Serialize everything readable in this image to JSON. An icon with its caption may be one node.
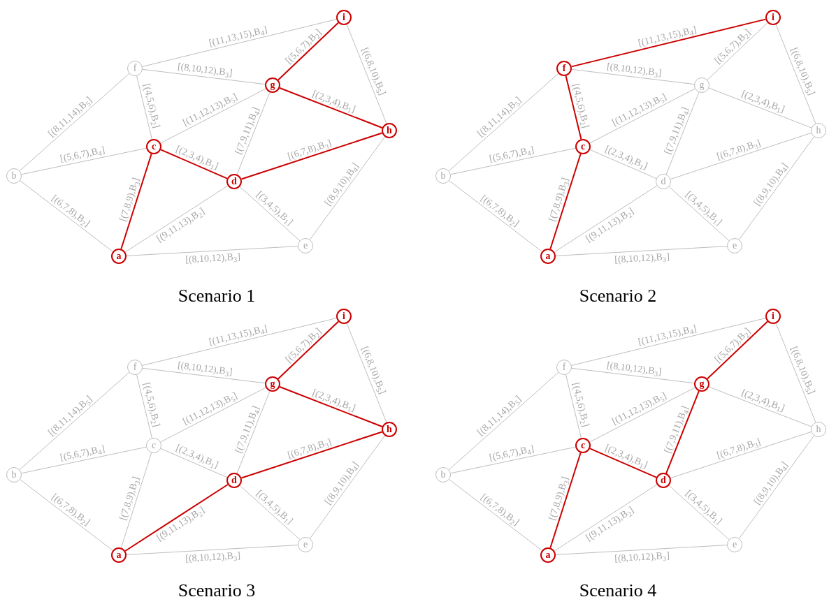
{
  "diagram": {
    "nodes": [
      {
        "text": [
          "a"
        ]
      },
      {
        "text": [
          "b"
        ]
      },
      {
        "text": [
          "c"
        ]
      },
      {
        "text": [
          "d"
        ]
      },
      {
        "text": [
          "e"
        ]
      },
      {
        "text": [
          "f"
        ]
      },
      {
        "text": [
          "g"
        ]
      },
      {
        "text": [
          "h"
        ]
      },
      {
        "text": [
          "i"
        ]
      },
      {
        "text": [
          "a"
        ]
      },
      {
        "text": [
          "b"
        ]
      },
      {
        "text": [
          "c"
        ]
      },
      {
        "text": [
          "d"
        ]
      },
      {
        "text": [
          "e"
        ]
      },
      {
        "text": [
          "f"
        ]
      },
      {
        "text": [
          "g"
        ]
      },
      {
        "text": [
          "h"
        ]
      },
      {
        "text": [
          "i"
        ]
      },
      {
        "text": [
          "a"
        ]
      },
      {
        "text": [
          "b"
        ]
      },
      {
        "text": [
          "c"
        ]
      },
      {
        "text": [
          "d"
        ]
      },
      {
        "text": [
          "e"
        ]
      },
      {
        "text": [
          "f"
        ]
      },
      {
        "text": [
          "g"
        ]
      },
      {
        "text": [
          "h"
        ]
      },
      {
        "text": [
          "i"
        ]
      },
      {
        "text": [
          "a"
        ]
      },
      {
        "text": [
          "b"
        ]
      },
      {
        "text": [
          "c"
        ]
      },
      {
        "text": [
          "d"
        ]
      },
      {
        "text": [
          "e"
        ]
      },
      {
        "text": [
          "f"
        ]
      },
      {
        "text": [
          "g"
        ]
      },
      {
        "text": [
          "h"
        ]
      },
      {
        "text": [
          "i"
        ]
      }
    ],
    "edges": [
      {
        "from": 5,
        "to": 8,
        "arrow": "none",
        "label": "[(11,13,15),B$_{4}$]"
      },
      {
        "from": 5,
        "to": 6,
        "arrow": "none",
        "label": "[(8,10,12),B$_{3}$]"
      },
      {
        "from": 1,
        "to": 5,
        "arrow": "none",
        "label": "[(8,11,14),B$_{5}$]"
      },
      {
        "from": 5,
        "to": 2,
        "arrow": "none",
        "label": "[(4,5,6),B$_{2}$]"
      },
      {
        "from": 2,
        "to": 6,
        "arrow": "none",
        "label": "[(11,12,13),B$_{5}$]"
      },
      {
        "from": 6,
        "to": 8,
        "arrow": "none",
        "label": "[(5,6,7),B$_{2}$]",
        "color": "#cc0000"
      },
      {
        "from": 6,
        "to": 7,
        "arrow": "none",
        "label": "[(2,3,4),B$_{1}$]",
        "color": "#cc0000"
      },
      {
        "from": 8,
        "to": 7,
        "arrow": "none",
        "label": "[(6,8,10),B$_{5}$]"
      },
      {
        "from": 1,
        "to": 2,
        "arrow": "none",
        "label": "[(5,6,7),B$_{4}$]"
      },
      {
        "from": 2,
        "to": 3,
        "arrow": "none",
        "label": "[(2,3,4),B$_{1}$]",
        "color": "#cc0000"
      },
      {
        "from": 3,
        "to": 6,
        "arrow": "none",
        "label": "[(7,9,11),B$_{4}$]"
      },
      {
        "from": 3,
        "to": 7,
        "arrow": "none",
        "label": "[(6,7,8),B$_{3}$]",
        "color": "#cc0000"
      },
      {
        "from": 1,
        "to": 0,
        "arrow": "none",
        "label": "[(6,7,8),B$_{2}$]"
      },
      {
        "from": 0,
        "to": 2,
        "arrow": "none",
        "label": "[(7,8,9),B$_{3}$]",
        "color": "#cc0000"
      },
      {
        "from": 0,
        "to": 3,
        "arrow": "none",
        "label": "[(9,11,13),B$_{2}$]"
      },
      {
        "from": 3,
        "to": 4,
        "arrow": "none",
        "label": "[(3,4,5),B$_{1}$]"
      },
      {
        "from": 4,
        "to": 7,
        "arrow": "none",
        "label": "[(8,9,10),B$_{4}$]"
      },
      {
        "from": 0,
        "to": 4,
        "arrow": "none",
        "label": "[(8,10,12),B$_{3}$]"
      },
      {
        "from": 14,
        "to": 17,
        "arrow": "none",
        "label": "[(11,13,15),B$_{4}$]",
        "color": "#cc0000"
      },
      {
        "from": 14,
        "to": 15,
        "arrow": "none",
        "label": "[(8,10,12),B$_{3}$]"
      },
      {
        "from": 10,
        "to": 14,
        "arrow": "none",
        "label": "[(8,11,14),B$_{5}$]"
      },
      {
        "from": 14,
        "to": 11,
        "arrow": "none",
        "label": "[(4,5,6),B$_{2}$]",
        "color": "#cc0000"
      },
      {
        "from": 11,
        "to": 15,
        "arrow": "none",
        "label": "[(11,12,13),B$_{5}$]"
      },
      {
        "from": 15,
        "to": 17,
        "arrow": "none",
        "label": "[(5,6,7),B$_{2}$]"
      },
      {
        "from": 15,
        "to": 16,
        "arrow": "none",
        "label": "[(2,3,4),B$_{1}$]"
      },
      {
        "from": 17,
        "to": 16,
        "arrow": "none",
        "label": "[(6,8,10),B$_{5}$]"
      },
      {
        "from": 10,
        "to": 11,
        "arrow": "none",
        "label": "[(5,6,7),B$_{4}$]"
      },
      {
        "from": 11,
        "to": 12,
        "arrow": "none",
        "label": "[(2,3,4),B$_{1}$]"
      },
      {
        "from": 12,
        "to": 15,
        "arrow": "none",
        "label": "[(7,9,11),B$_{4}$]"
      },
      {
        "from": 12,
        "to": 16,
        "arrow": "none",
        "label": "[(6,7,8),B$_{3}$]"
      },
      {
        "from": 10,
        "to": 9,
        "arrow": "none",
        "label": "[(6,7,8),B$_{2}$]"
      },
      {
        "from": 9,
        "to": 11,
        "arrow": "none",
        "label": "[(7,8,9),B$_{3}$]",
        "color": "#cc0000"
      },
      {
        "from": 9,
        "to": 12,
        "arrow": "none",
        "label": "[(9,11,13),B$_{2}$]"
      },
      {
        "from": 12,
        "to": 13,
        "arrow": "none",
        "label": "[(3,4,5),B$_{1}$]"
      },
      {
        "from": 13,
        "to": 16,
        "arrow": "none",
        "label": "[(8,9,10),B$_{4}$]"
      },
      {
        "from": 9,
        "to": 13,
        "arrow": "none",
        "label": "[(8,10,12),B$_{3}$]"
      },
      {
        "from": 23,
        "to": 26,
        "arrow": "none",
        "label": "[(11,13,15),B$_{4}$]"
      },
      {
        "from": 23,
        "to": 24,
        "arrow": "none",
        "label": "[(8,10,12),B$_{3}$]"
      },
      {
        "from": 19,
        "to": 23,
        "arrow": "none",
        "label": "[(8,11,14),B$_{5}$]"
      },
      {
        "from": 23,
        "to": 20,
        "arrow": "none",
        "label": "[(4,5,6),B$_{2}$]"
      },
      {
        "from": 20,
        "to": 24,
        "arrow": "none",
        "label": "[(11,12,13),B$_{5}$]"
      },
      {
        "from": 24,
        "to": 26,
        "arrow": "none",
        "label": "[(5,6,7),B$_{2}$]",
        "color": "#cc0000"
      },
      {
        "from": 24,
        "to": 25,
        "arrow": "none",
        "label": "[(2,3,4),B$_{1}$]",
        "color": "#cc0000"
      },
      {
        "from": 26,
        "to": 25,
        "arrow": "none",
        "label": "[(6,8,10),B$_{5}$]"
      },
      {
        "from": 19,
        "to": 20,
        "arrow": "none",
        "label": "[(5,6,7),B$_{4}$]"
      },
      {
        "from": 20,
        "to": 21,
        "arrow": "none",
        "label": "[(2,3,4),B$_{1}$]"
      },
      {
        "from": 21,
        "to": 24,
        "arrow": "none",
        "label": "[(7,9,11),B$_{4}$]"
      },
      {
        "from": 21,
        "to": 25,
        "arrow": "none",
        "label": "[(6,7,8),B$_{3}$]",
        "color": "#cc0000"
      },
      {
        "from": 19,
        "to": 18,
        "arrow": "none",
        "label": "[(6,7,8),B$_{2}$]"
      },
      {
        "from": 18,
        "to": 20,
        "arrow": "none",
        "label": "[(7,8,9),B$_{3}$]"
      },
      {
        "from": 18,
        "to": 21,
        "arrow": "none",
        "label": "[(9,11,13),B$_{2}$]",
        "color": "#cc0000"
      },
      {
        "from": 21,
        "to": 22,
        "arrow": "none",
        "label": "[(3,4,5),B$_{1}$]"
      },
      {
        "from": 22,
        "to": 25,
        "arrow": "none",
        "label": "[(8,9,10),B$_{4}$]"
      },
      {
        "from": 18,
        "to": 22,
        "arrow": "none",
        "label": "[(8,10,12),B$_{3}$]"
      },
      {
        "from": 32,
        "to": 35,
        "arrow": "none",
        "label": "[(11,13,15),B$_{4}$]"
      },
      {
        "from": 32,
        "to": 33,
        "arrow": "none",
        "label": "[(8,10,12),B$_{3}$]"
      },
      {
        "from": 28,
        "to": 32,
        "arrow": "none",
        "label": "[(8,11,14),B$_{5}$]"
      },
      {
        "from": 32,
        "to": 29,
        "arrow": "none",
        "label": "[(4,5,6),B$_{2}$]"
      },
      {
        "from": 29,
        "to": 33,
        "arrow": "none",
        "label": "[(11,12,13),B$_{5}$]"
      },
      {
        "from": 33,
        "to": 35,
        "arrow": "none",
        "label": "[(5,6,7),B$_{2}$]",
        "color": "#cc0000"
      },
      {
        "from": 33,
        "to": 34,
        "arrow": "none",
        "label": "[(2,3,4),B$_{1}$]"
      },
      {
        "from": 35,
        "to": 34,
        "arrow": "none",
        "label": "[(6,8,10),B$_{5}$]"
      },
      {
        "from": 28,
        "to": 29,
        "arrow": "none",
        "label": "[(5,6,7),B$_{4}$]"
      },
      {
        "from": 29,
        "to": 30,
        "arrow": "none",
        "label": "[(2,3,4),B$_{1}$]",
        "color": "#cc0000"
      },
      {
        "from": 30,
        "to": 33,
        "arrow": "none",
        "label": "[(7,9,11),B$_{4}$]",
        "color": "#cc0000"
      },
      {
        "from": 30,
        "to": 34,
        "arrow": "none",
        "label": "[(6,7,8),B$_{3}$]"
      },
      {
        "from": 28,
        "to": 27,
        "arrow": "none",
        "label": "[(6,7,8),B$_{2}$]"
      },
      {
        "from": 27,
        "to": 29,
        "arrow": "none",
        "label": "[(7,8,9),B$_{3}$]",
        "color": "#cc0000"
      },
      {
        "from": 27,
        "to": 30,
        "arrow": "none",
        "label": "[(9,11,13),B$_{2}$]"
      },
      {
        "from": 30,
        "to": 31,
        "arrow": "none",
        "label": "[(3,4,5),B$_{1}$]"
      },
      {
        "from": 31,
        "to": 34,
        "arrow": "none",
        "label": "[(8,9,10),B$_{4}$]"
      },
      {
        "from": 27,
        "to": 31,
        "arrow": "none",
        "label": "[(8,10,12),B$_{3}$]"
      }
    ],
    "labels": [
      "Scenario 1",
      "Scenario 2",
      "Scenario 3",
      "Scenario 4"
    ]
  }
}
